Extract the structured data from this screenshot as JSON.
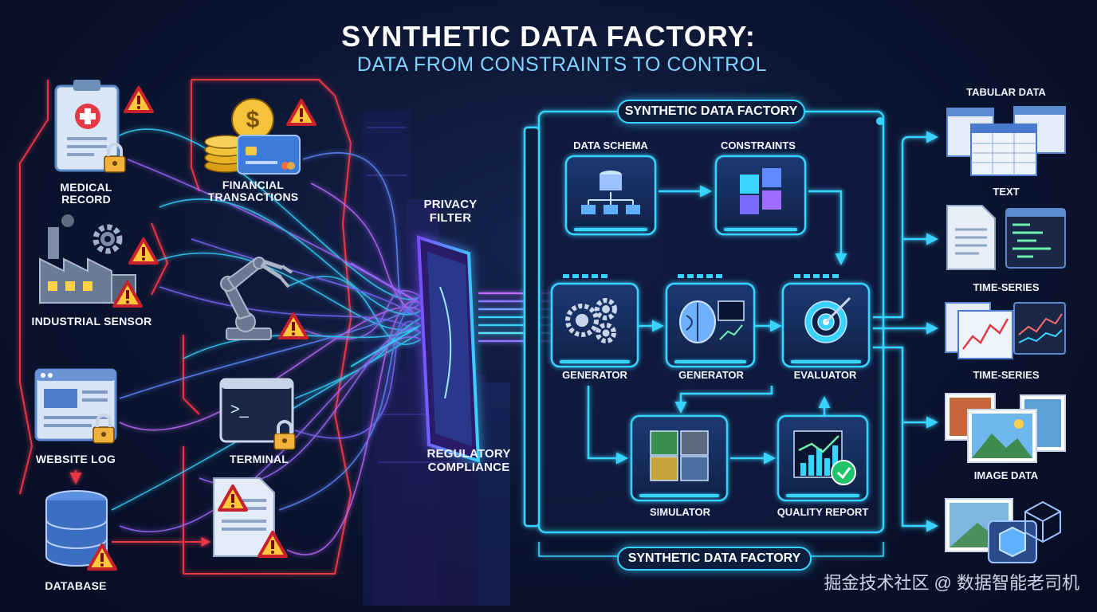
{
  "title": "SYNTHETIC DATA FACTORY:",
  "subtitle": "DATA FROM CONSTRAINTS TO CONTROL",
  "sources": {
    "medical_record": "MEDICAL\nRECORD",
    "financial_transactions": "FINANCIAL\nTRANSACTIONS",
    "industrial_sensor": "INDUSTRIAL SENSOR",
    "website_log": "WEBSITE LOG",
    "terminal": "TERMINAL",
    "database": "DATABASE"
  },
  "privacy_filter": "PRIVACY\nFILTER",
  "regulatory_compliance": "REGULATORY\nCOMPLIANCE",
  "factory": {
    "top_label": "SYNTHETIC DATA FACTORY",
    "bottom_label": "SYNTHETIC DATA FACTORY",
    "data_schema": "DATA SCHEMA",
    "constraints": "CONSTRAINTS",
    "generator_1": "GENERATOR",
    "generator_2": "GENERATOR",
    "evaluator": "EVALUATOR",
    "simulator": "SIMULATOR",
    "quality_report": "QUALITY REPORT"
  },
  "outputs": {
    "tabular": "TABULAR DATA",
    "text": "TEXT",
    "time_series_1": "TIME-SERIES",
    "time_series_2": "TIME-SERIES",
    "image": "IMAGE DATA"
  },
  "watermark": "掘金技术社区 @ 数据智能老司机",
  "colors": {
    "cyan": "#37d4ff",
    "red": "#ff3b4a",
    "purple": "#a06bff",
    "warning": "#ffc83a"
  }
}
